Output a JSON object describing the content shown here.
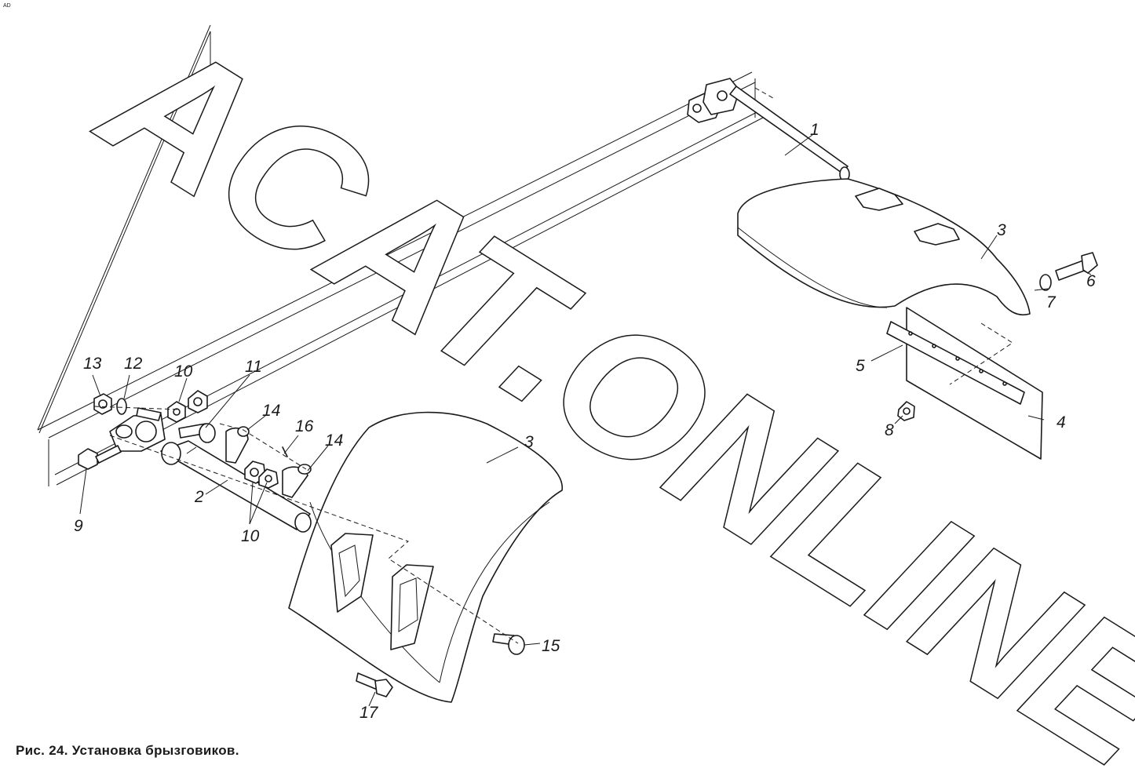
{
  "caption": "Рис. 24. Установка брызговиков.",
  "watermark": "ACAT.ONLINE",
  "corner_mark": "AD",
  "callouts": {
    "c1": "1",
    "c2": "2",
    "c3a": "3",
    "c3b": "3",
    "c4": "4",
    "c5": "5",
    "c6": "6",
    "c7": "7",
    "c8": "8",
    "c9": "9",
    "c10a": "10",
    "c10b": "10",
    "c11": "11",
    "c12": "12",
    "c13": "13",
    "c14a": "14",
    "c14b": "14",
    "c15": "15",
    "c16": "16",
    "c17": "17"
  }
}
